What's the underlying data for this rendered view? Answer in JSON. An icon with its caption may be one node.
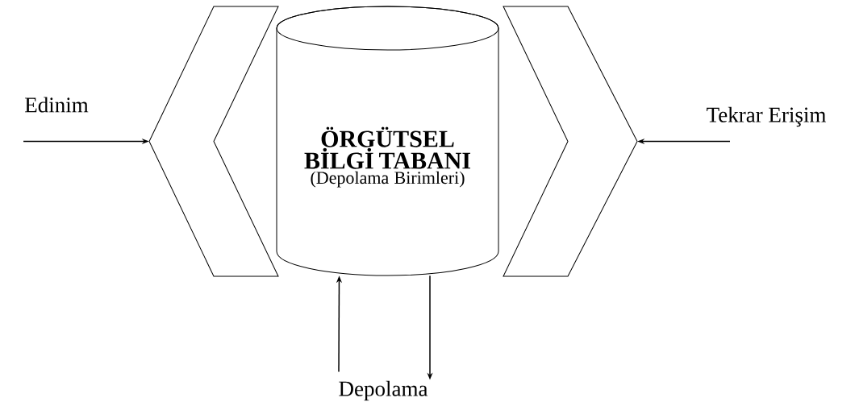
{
  "diagram": {
    "nodes": [
      {
        "text": [
          "Edinim"
        ]
      },
      {
        "text": [],
        "shape": "chevron"
      },
      {
        "text": [
          "ÖRGÜTSEL BİLGİ TABANI",
          "(Depolama Birimleri)"
        ]
      },
      {
        "text": [],
        "shape": "chevron"
      },
      {
        "text": [
          "Tekrar Erişim"
        ]
      },
      {
        "text": [
          "Depolama"
        ]
      }
    ],
    "edges": [
      {
        "from": 0,
        "to": 1,
        "arrow": "to"
      },
      {
        "from": 4,
        "to": 3,
        "arrow": "to"
      },
      {
        "from": 5,
        "to": 2,
        "arrow": "to"
      },
      {
        "from": 2,
        "to": 5,
        "arrow": "to"
      }
    ]
  }
}
